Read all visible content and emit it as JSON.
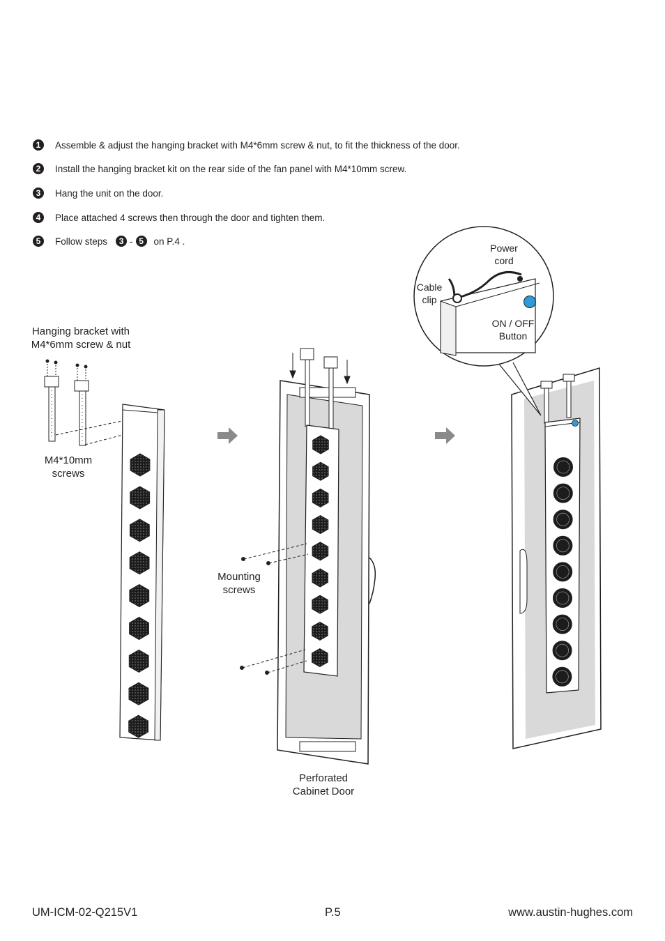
{
  "steps": [
    {
      "num": "1",
      "text": "Assemble & adjust the hanging bracket with M4*6mm screw & nut, to fit the thickness of the door."
    },
    {
      "num": "2",
      "text": "Install the hanging bracket kit on the rear side of the fan panel with M4*10mm screw."
    },
    {
      "num": "3",
      "text": "Hang the unit on the door."
    },
    {
      "num": "4",
      "text": "Place attached 4 screws then through the door and tighten them."
    },
    {
      "num": "5",
      "prefix": "Follow steps",
      "ref_a": "3",
      "dash": "-",
      "ref_b": "5",
      "suffix": "on P.4 ."
    }
  ],
  "labels": {
    "bracket_line1": "Hanging bracket with",
    "bracket_line2": "M4*6mm screw & nut",
    "screws_line1": "M4*10mm",
    "screws_line2": "screws",
    "mounting_line1": "Mounting",
    "mounting_line2": "screws",
    "door_line1": "Perforated",
    "door_line2": "Cabinet Door",
    "power_line1": "Power",
    "power_line2": "cord",
    "cable_line1": "Cable",
    "cable_line2": "clip",
    "onoff_line1": "ON / OFF",
    "onoff_line2": "Button"
  },
  "icons": [
    "arrow-right-icon",
    "fan-icon"
  ],
  "colors": {
    "text": "#231f20",
    "arrow": "#8a8a8a",
    "door_panel": "#d9d9d9",
    "button_blue": "#2e9bd6"
  },
  "footer": {
    "doc_code": "UM-ICM-02-Q215V1",
    "page": "P.5",
    "website": "www.austin-hughes.com"
  }
}
